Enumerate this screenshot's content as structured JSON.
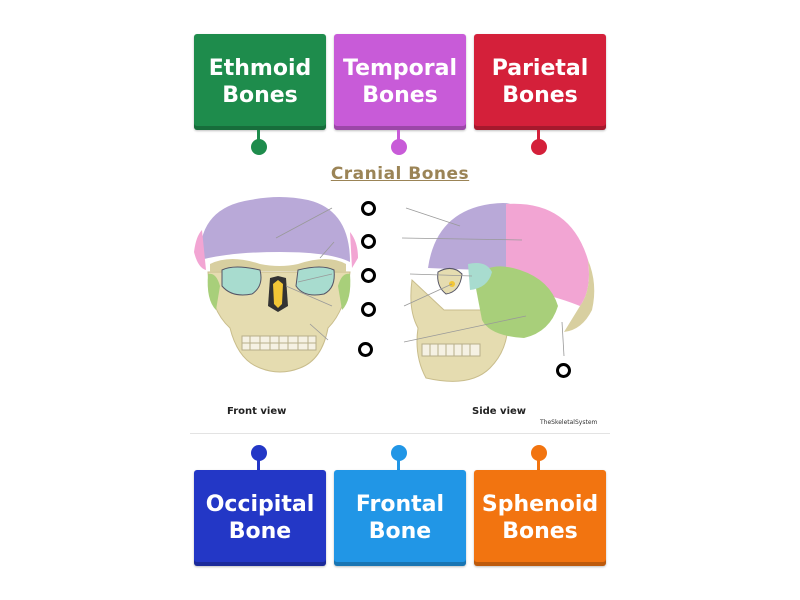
{
  "colors": {
    "ethmoid": "#1e8c4c",
    "temporal": "#c85bd8",
    "parietal": "#d4203a",
    "occipital": "#2337c6",
    "frontal": "#2196e6",
    "sphenoid": "#f27410"
  },
  "top_tiles": [
    {
      "label": "Ethmoid\nBones"
    },
    {
      "label": "Temporal\nBones"
    },
    {
      "label": "Parietal\nBones"
    }
  ],
  "bottom_tiles": [
    {
      "label": "Occipital\nBone"
    },
    {
      "label": "Frontal\nBone"
    },
    {
      "label": "Sphenoid\nBones"
    }
  ],
  "diagram": {
    "title": "Cranial Bones",
    "front_label": "Front view",
    "side_label": "Side view",
    "credit": "TheSkeletalSystem"
  }
}
